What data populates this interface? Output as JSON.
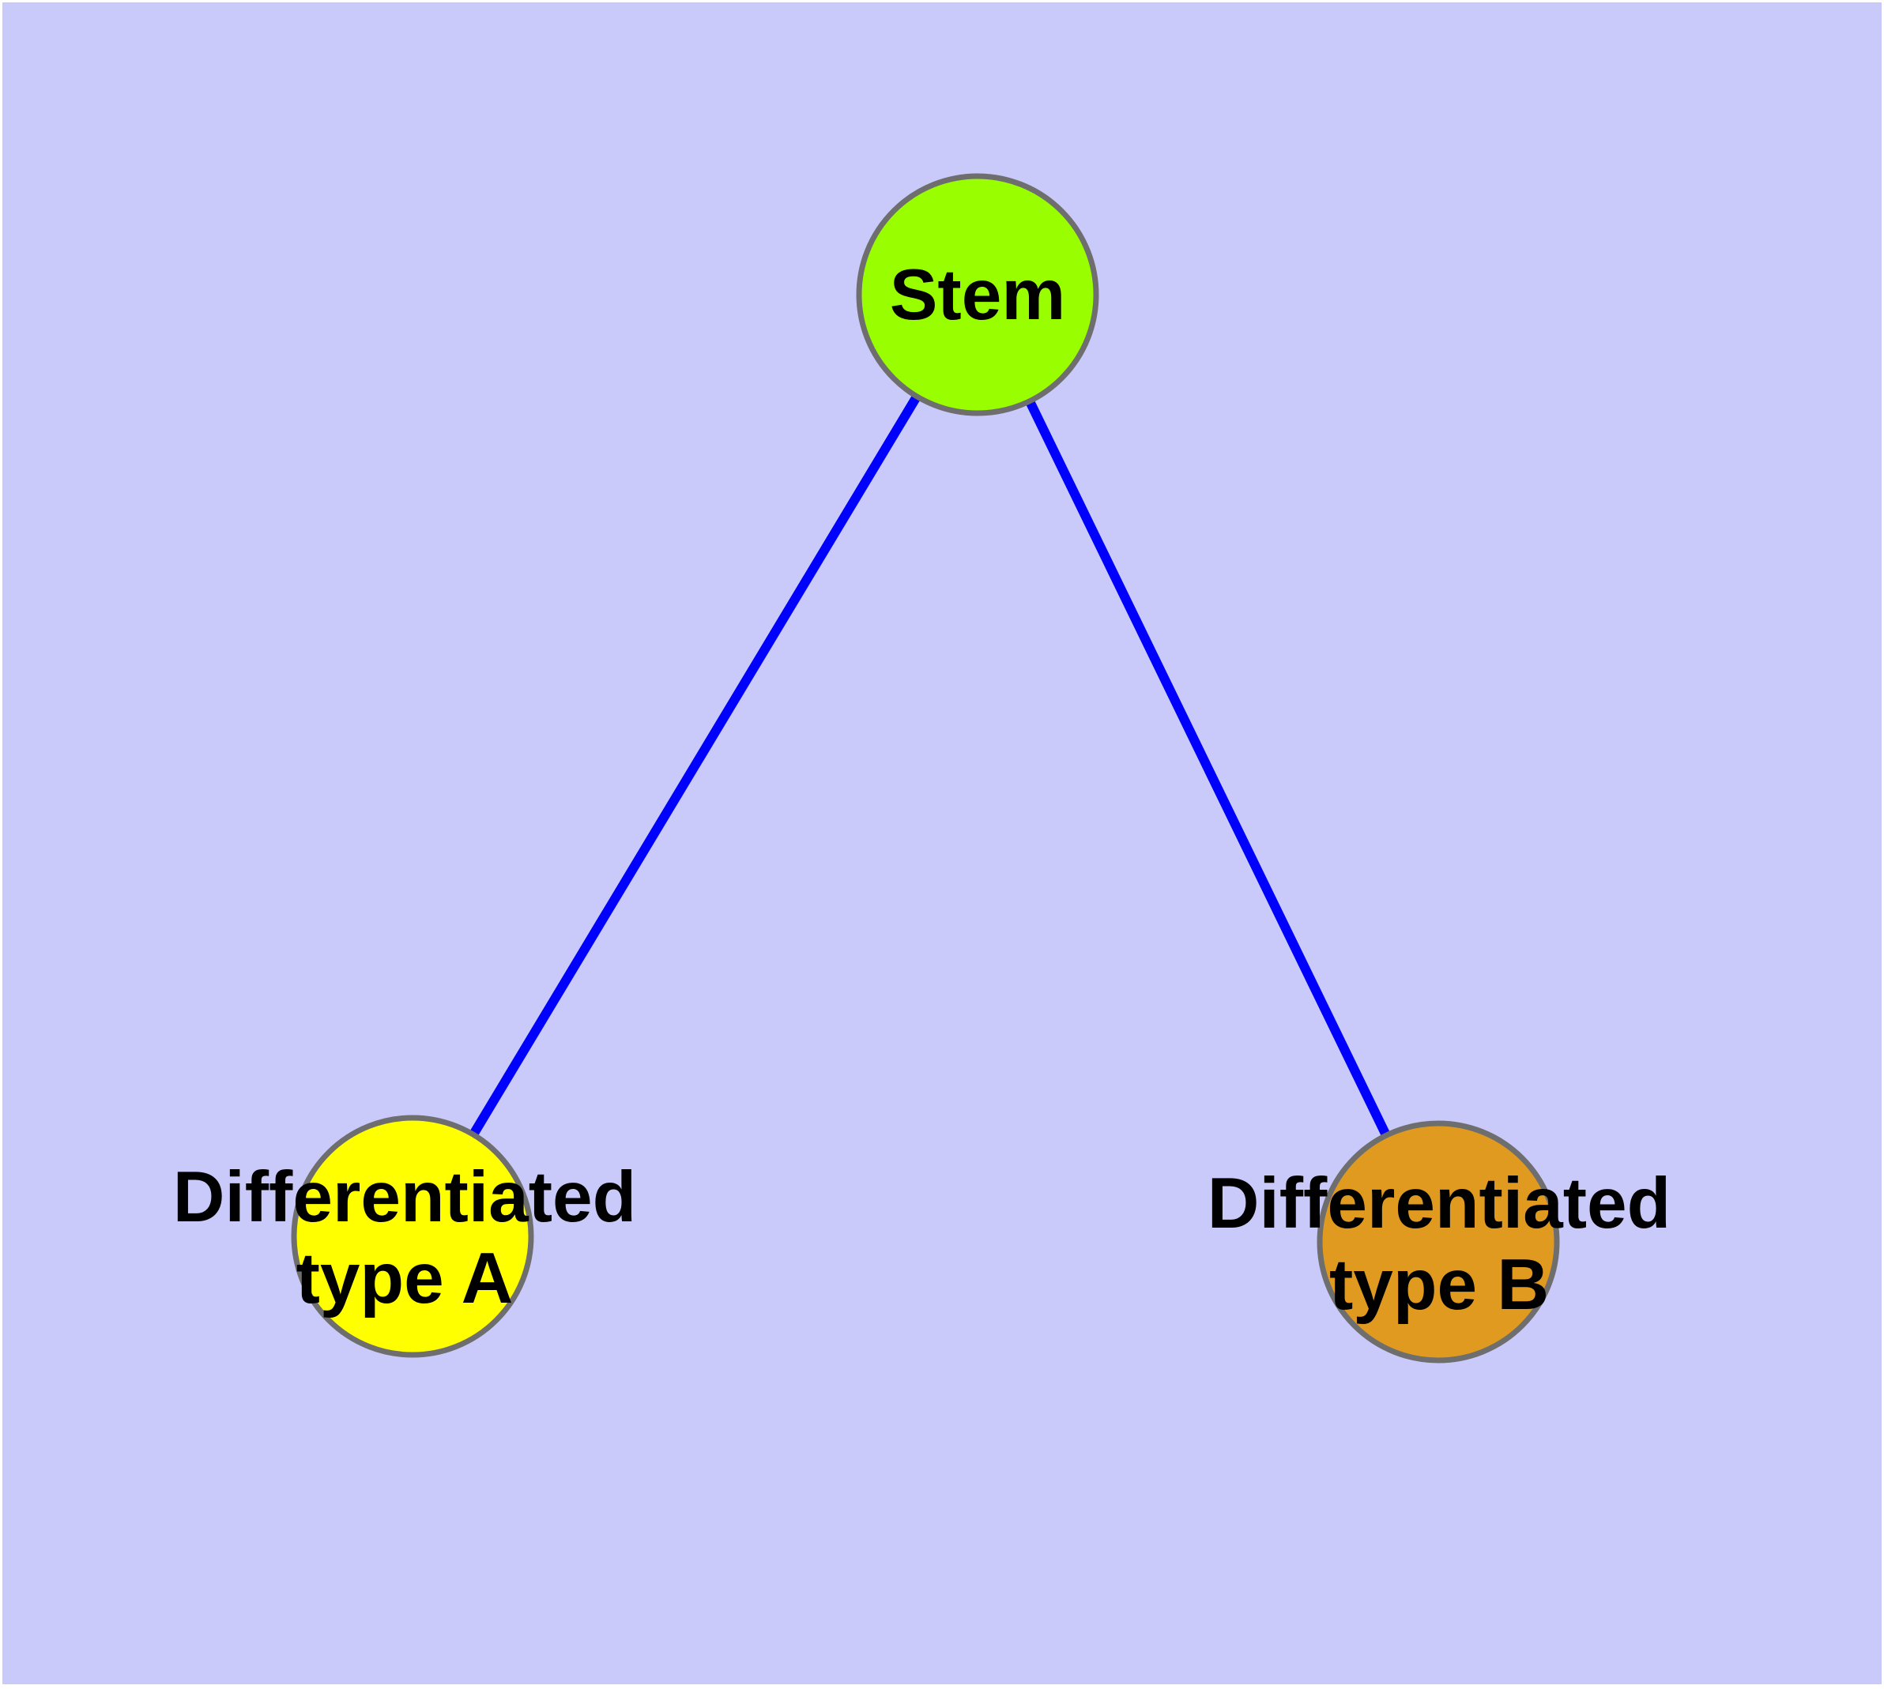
{
  "diagram": {
    "colors": {
      "background": "#CACAFA",
      "frame": "#FFFFFF",
      "edge": "#0000FF",
      "node-border": "#6E6E6E",
      "text": "#000000",
      "stem-fill": "#99FF00",
      "type-a-fill": "#FFFF00",
      "type-b-fill": "#E09A20"
    },
    "nodes": {
      "stem": {
        "label": "Stem"
      },
      "type_a": {
        "label_line1": "Differentiated",
        "label_line2": "type A"
      },
      "type_b": {
        "label_line1": "Differentiated",
        "label_line2": "type B"
      }
    },
    "edges": [
      {
        "from": "Stem",
        "to": "Differentiated type A"
      },
      {
        "from": "Stem",
        "to": "Differentiated type B"
      }
    ]
  }
}
